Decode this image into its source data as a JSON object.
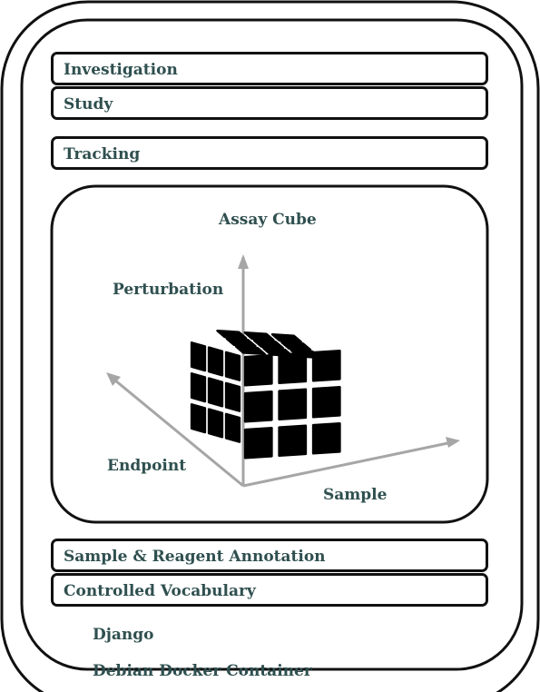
{
  "layers": {
    "investigation": "Investigation",
    "study": "Study",
    "tracking": "Tracking",
    "annotation": "Sample & Reagent Annotation",
    "vocabulary": "Controlled Vocabulary",
    "django": "Django",
    "container": "Debian Docker Container"
  },
  "assay_cube": {
    "title": "Assay Cube",
    "axes": {
      "perturbation": "Perturbation",
      "endpoint": "Endpoint",
      "sample": "Sample"
    }
  },
  "colors": {
    "label_text": "#2f4f4f",
    "outline": "#111111",
    "axis": "#a6a6a6",
    "cube": "#000000"
  }
}
